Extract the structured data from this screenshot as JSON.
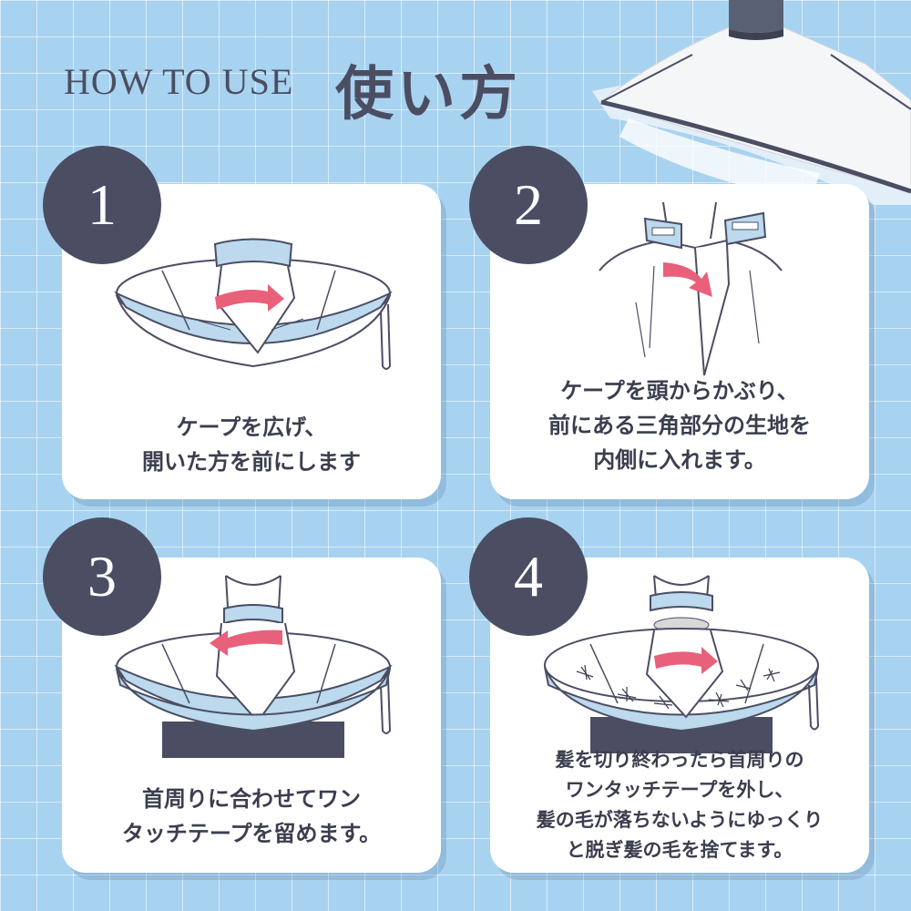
{
  "header": {
    "title_en": "HOW TO USE",
    "title_ja": "使い方"
  },
  "colors": {
    "background": "#a8d3f0",
    "badge": "#4b4e63",
    "arrow": "#e8607a",
    "band": "#bcd9ee",
    "outline": "#4b4e63"
  },
  "steps": [
    {
      "number": "1",
      "caption": "ケープを広げ、\n開いた方を前にします"
    },
    {
      "number": "2",
      "caption": "ケープを頭からかぶり、\n前にある三角部分の生地を\n内側に入れます。"
    },
    {
      "number": "3",
      "caption": "首周りに合わせてワン\nタッチテープを留めます。"
    },
    {
      "number": "4",
      "caption": "髪を切り終わったら首周りの\nワンタッチテープを外し、\n髪の毛が落ちないようにゆっくり\nと脱ぎ髪の毛を捨てます。"
    }
  ]
}
